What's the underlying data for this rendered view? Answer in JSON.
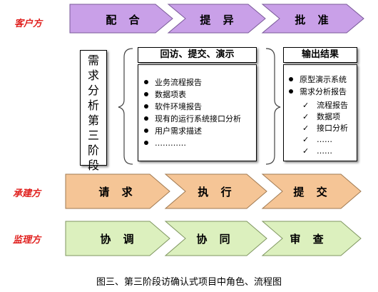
{
  "roles": {
    "client": "客户方",
    "builder": "承建方",
    "supervisor": "监理方"
  },
  "rows": {
    "client": {
      "steps": [
        "配 合",
        "提 异",
        "批 准"
      ],
      "fill": "#c9a0e8",
      "stroke": "#7a5a99"
    },
    "builder": {
      "steps": [
        "请 求",
        "执 行",
        "提 交"
      ],
      "fill": "#f5c596",
      "stroke": "#a07a52"
    },
    "supervisor": {
      "steps": [
        "协 调",
        "协 同",
        "审 查"
      ],
      "fill": "#dcf0be",
      "stroke": "#7f9660"
    }
  },
  "stage_label": "需求分析第三阶段",
  "activities": {
    "title": "回访、提交、演示",
    "items": [
      "业务流程报告",
      "数据项表",
      "软件环境报告",
      "现有的运行系统接口分析",
      "用户需求描述",
      "…………"
    ]
  },
  "outputs": {
    "title": "输出结果",
    "items": [
      "原型演示系统",
      "需求分析报告"
    ],
    "sub_items": [
      "流程报告",
      "数据项",
      "接口分析",
      "……",
      "……"
    ]
  },
  "caption": "图三、第三阶段访确认式项目中角色、流程图"
}
